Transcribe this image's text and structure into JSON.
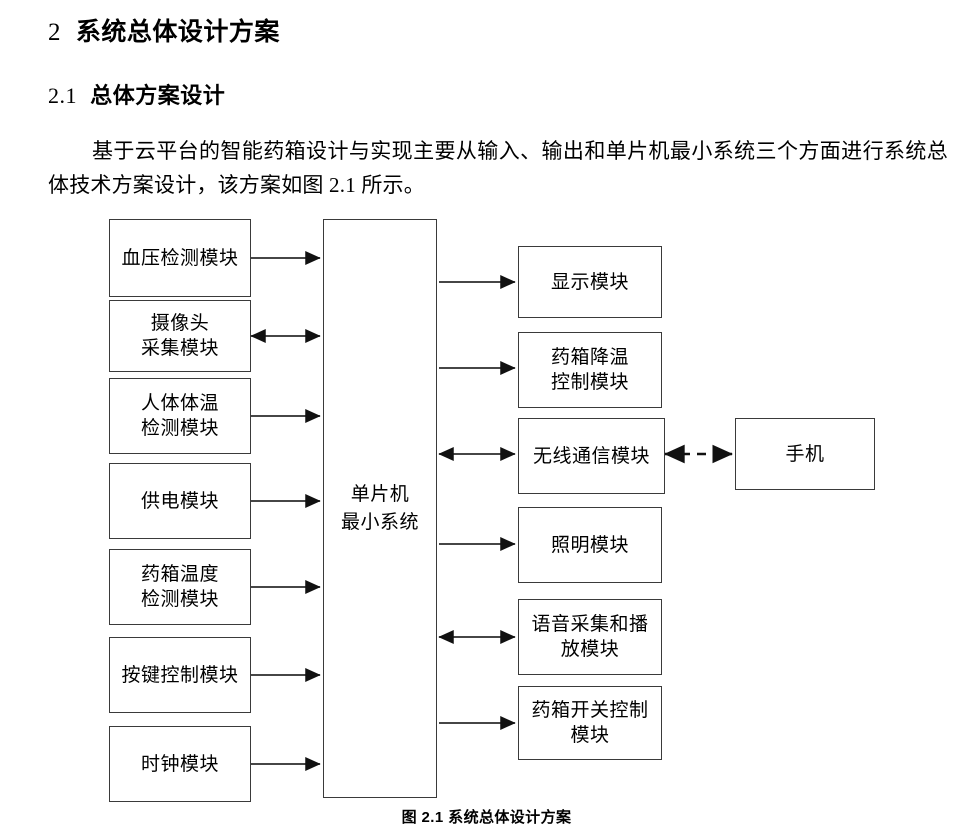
{
  "document": {
    "heading_1": {
      "number": "2",
      "text": "系统总体设计方案"
    },
    "heading_2": {
      "number": "2.1",
      "text": "总体方案设计"
    },
    "paragraph": "基于云平台的智能药箱设计与实现主要从输入、输出和单片机最小系统三个方面进行系统总体技术方案设计，该方案如图 2.1 所示。",
    "figure_caption": "图 2.1  系统总体设计方案"
  },
  "colors": {
    "box_border": "#3a3a3a",
    "connector": "#2b2b2b",
    "page_background": "#ffffff",
    "text": "#000000"
  },
  "diagram": {
    "type": "block-diagram",
    "center_node": {
      "id": "mcu",
      "label": "单片机\n最小系统"
    },
    "input_nodes": [
      {
        "id": "blood-pressure",
        "label": "血压检测模块",
        "arrow": "to-mcu"
      },
      {
        "id": "camera",
        "label": "摄像头\n采集模块",
        "arrow": "bidirectional"
      },
      {
        "id": "body-temperature",
        "label": "人体体温\n检测模块",
        "arrow": "to-mcu"
      },
      {
        "id": "power-supply",
        "label": "供电模块",
        "arrow": "to-mcu"
      },
      {
        "id": "box-temperature",
        "label": "药箱温度\n检测模块",
        "arrow": "to-mcu"
      },
      {
        "id": "key-control",
        "label": "按键控制模块",
        "arrow": "to-mcu"
      },
      {
        "id": "clock",
        "label": "时钟模块",
        "arrow": "to-mcu"
      }
    ],
    "output_nodes": [
      {
        "id": "display",
        "label": "显示模块",
        "arrow": "from-mcu"
      },
      {
        "id": "cooling-control",
        "label": "药箱降温\n控制模块",
        "arrow": "from-mcu"
      },
      {
        "id": "wireless",
        "label": "无线通信模块",
        "arrow": "bidirectional"
      },
      {
        "id": "lighting",
        "label": "照明模块",
        "arrow": "from-mcu"
      },
      {
        "id": "voice",
        "label": "语音采集和播\n放模块",
        "arrow": "bidirectional"
      },
      {
        "id": "box-switch",
        "label": "药箱开关控制\n模块",
        "arrow": "from-mcu"
      }
    ],
    "external_nodes": [
      {
        "id": "phone",
        "label": "手机",
        "connects_to": "wireless",
        "arrow": "bidirectional-dashed"
      }
    ]
  }
}
